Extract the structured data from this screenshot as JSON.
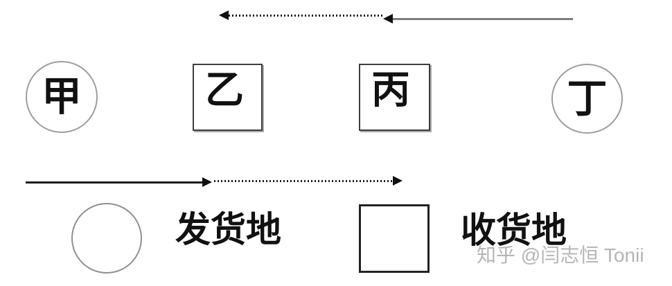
{
  "diagram": {
    "nodes": [
      {
        "label": "甲",
        "shape": "circle"
      },
      {
        "label": "乙",
        "shape": "square"
      },
      {
        "label": "丙",
        "shape": "square"
      },
      {
        "label": "丁",
        "shape": "circle"
      }
    ],
    "arrows": {
      "top": [
        {
          "style": "dotted",
          "direction": "left",
          "over": "乙-丙"
        },
        {
          "style": "solid",
          "direction": "left",
          "over": "丙-丁"
        }
      ],
      "bottom": [
        {
          "style": "solid",
          "direction": "right",
          "under": "甲-乙"
        },
        {
          "style": "dotted",
          "direction": "right",
          "under": "乙-丙"
        }
      ]
    },
    "legend": {
      "circle_label": "发货地",
      "square_label": "收货地"
    },
    "watermark": "知乎 @闫志恒 Tonii",
    "colors": {
      "ink": "#1a1a1a",
      "gray_line": "#7d7d7d",
      "circle_border": "#9d9d9d",
      "square_border": "#3d3d3d",
      "watermark": "#b5b5b5"
    }
  }
}
